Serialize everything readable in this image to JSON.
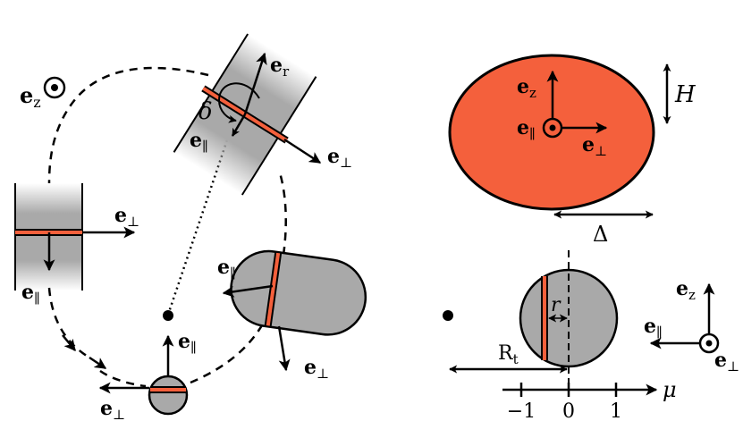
{
  "labels": {
    "ez_corner": {
      "base": "e",
      "sub": "z"
    },
    "er_top": {
      "base": "e",
      "sub": "r"
    },
    "delta_angle": "δ",
    "epar_top": {
      "base": "e",
      "sub": "∥"
    },
    "eperp_top": {
      "base": "e",
      "sub": "⊥"
    },
    "eperp_left": {
      "base": "e",
      "sub": "⊥"
    },
    "epar_left": {
      "base": "e",
      "sub": "∥"
    },
    "epar_capsule": {
      "base": "e",
      "sub": "∥"
    },
    "eperp_capsule": {
      "base": "e",
      "sub": "⊥"
    },
    "epar_small": {
      "base": "e",
      "sub": "∥"
    },
    "eperp_small": {
      "base": "e",
      "sub": "⊥"
    },
    "ez_ellipse": {
      "base": "e",
      "sub": "z"
    },
    "epar_ellipse": {
      "base": "e",
      "sub": "∥"
    },
    "eperp_ellipse": {
      "base": "e",
      "sub": "⊥"
    },
    "H": "H",
    "Delta": "Δ",
    "r": "r",
    "Rt": {
      "base": "R",
      "sub": "t"
    },
    "mu": "μ",
    "ez_axes": {
      "base": "e",
      "sub": "z"
    },
    "epar_axes": {
      "base": "e",
      "sub": "∥"
    },
    "eperp_axes": {
      "base": "e",
      "sub": "⊥"
    }
  },
  "axis_ticks": [
    "−1",
    "0",
    "1"
  ],
  "colors": {
    "orange": "#f4603c",
    "orange_dark": "#8a2a10",
    "gray": "#a9a9a9",
    "black": "#000000"
  }
}
